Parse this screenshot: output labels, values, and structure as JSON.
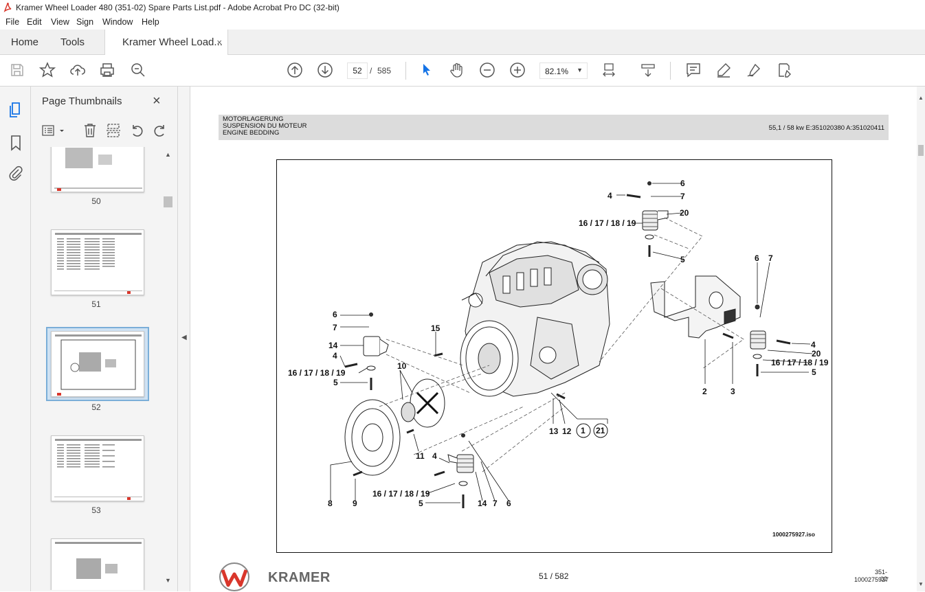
{
  "window": {
    "title": "Kramer Wheel Loader 480 (351-02) Spare Parts List.pdf - Adobe Acrobat Pro DC (32-bit)"
  },
  "menu": [
    "File",
    "Edit",
    "View",
    "Sign",
    "Window",
    "Help"
  ],
  "tabs": {
    "home": "Home",
    "tools": "Tools",
    "doc": "Kramer Wheel Load...",
    "close": "×"
  },
  "toolbar": {
    "page_current": "52",
    "page_sep": "/",
    "page_total": "585",
    "zoom": "82.1%"
  },
  "panel": {
    "title": "Page Thumbnails",
    "close": "×",
    "thumbs": [
      "50",
      "51",
      "52",
      "53"
    ]
  },
  "document": {
    "header_lines": [
      "MOTORLAGERUNG",
      "SUSPENSION DU MOTEUR",
      "ENGINE BEDDING"
    ],
    "header_right": "55,1 / 58 kw E:351020380 A:351020411",
    "callouts": {
      "c1": "6",
      "c2": "4",
      "c3": "7",
      "c4": "20",
      "c5": "16 / 17 / 18 / 19",
      "c6": "5",
      "c7": "6",
      "c8": "7",
      "c9": "7",
      "c10": "6",
      "c11": "15",
      "c12": "14",
      "c13": "4",
      "c14": "16 / 17 / 18 / 19",
      "c15": "5",
      "c16": "10",
      "c17": "4",
      "c18": "20",
      "c19": "16 / 17 / 18 / 19",
      "c20": "5",
      "c21": "2",
      "c22": "3",
      "c23": "13",
      "c24": "12",
      "c25": "1",
      "c26": "21",
      "c27": "11",
      "c28": "4",
      "c29": "16 / 17 / 18 / 19",
      "c30": "5",
      "c31": "8",
      "c32": "9",
      "c33": "14",
      "c34": "7",
      "c35": "6"
    },
    "iso_code": "1000275927.iso",
    "footer_brand": "KRAMER",
    "footer_page": "51 / 582",
    "footer_code1": "351-02",
    "footer_code2": "1000275927"
  },
  "colors": {
    "accent_red": "#d9362b",
    "tab_bg": "#f0f0f0",
    "header_band": "#dcdcdc",
    "cursor_blue": "#1473e6"
  }
}
